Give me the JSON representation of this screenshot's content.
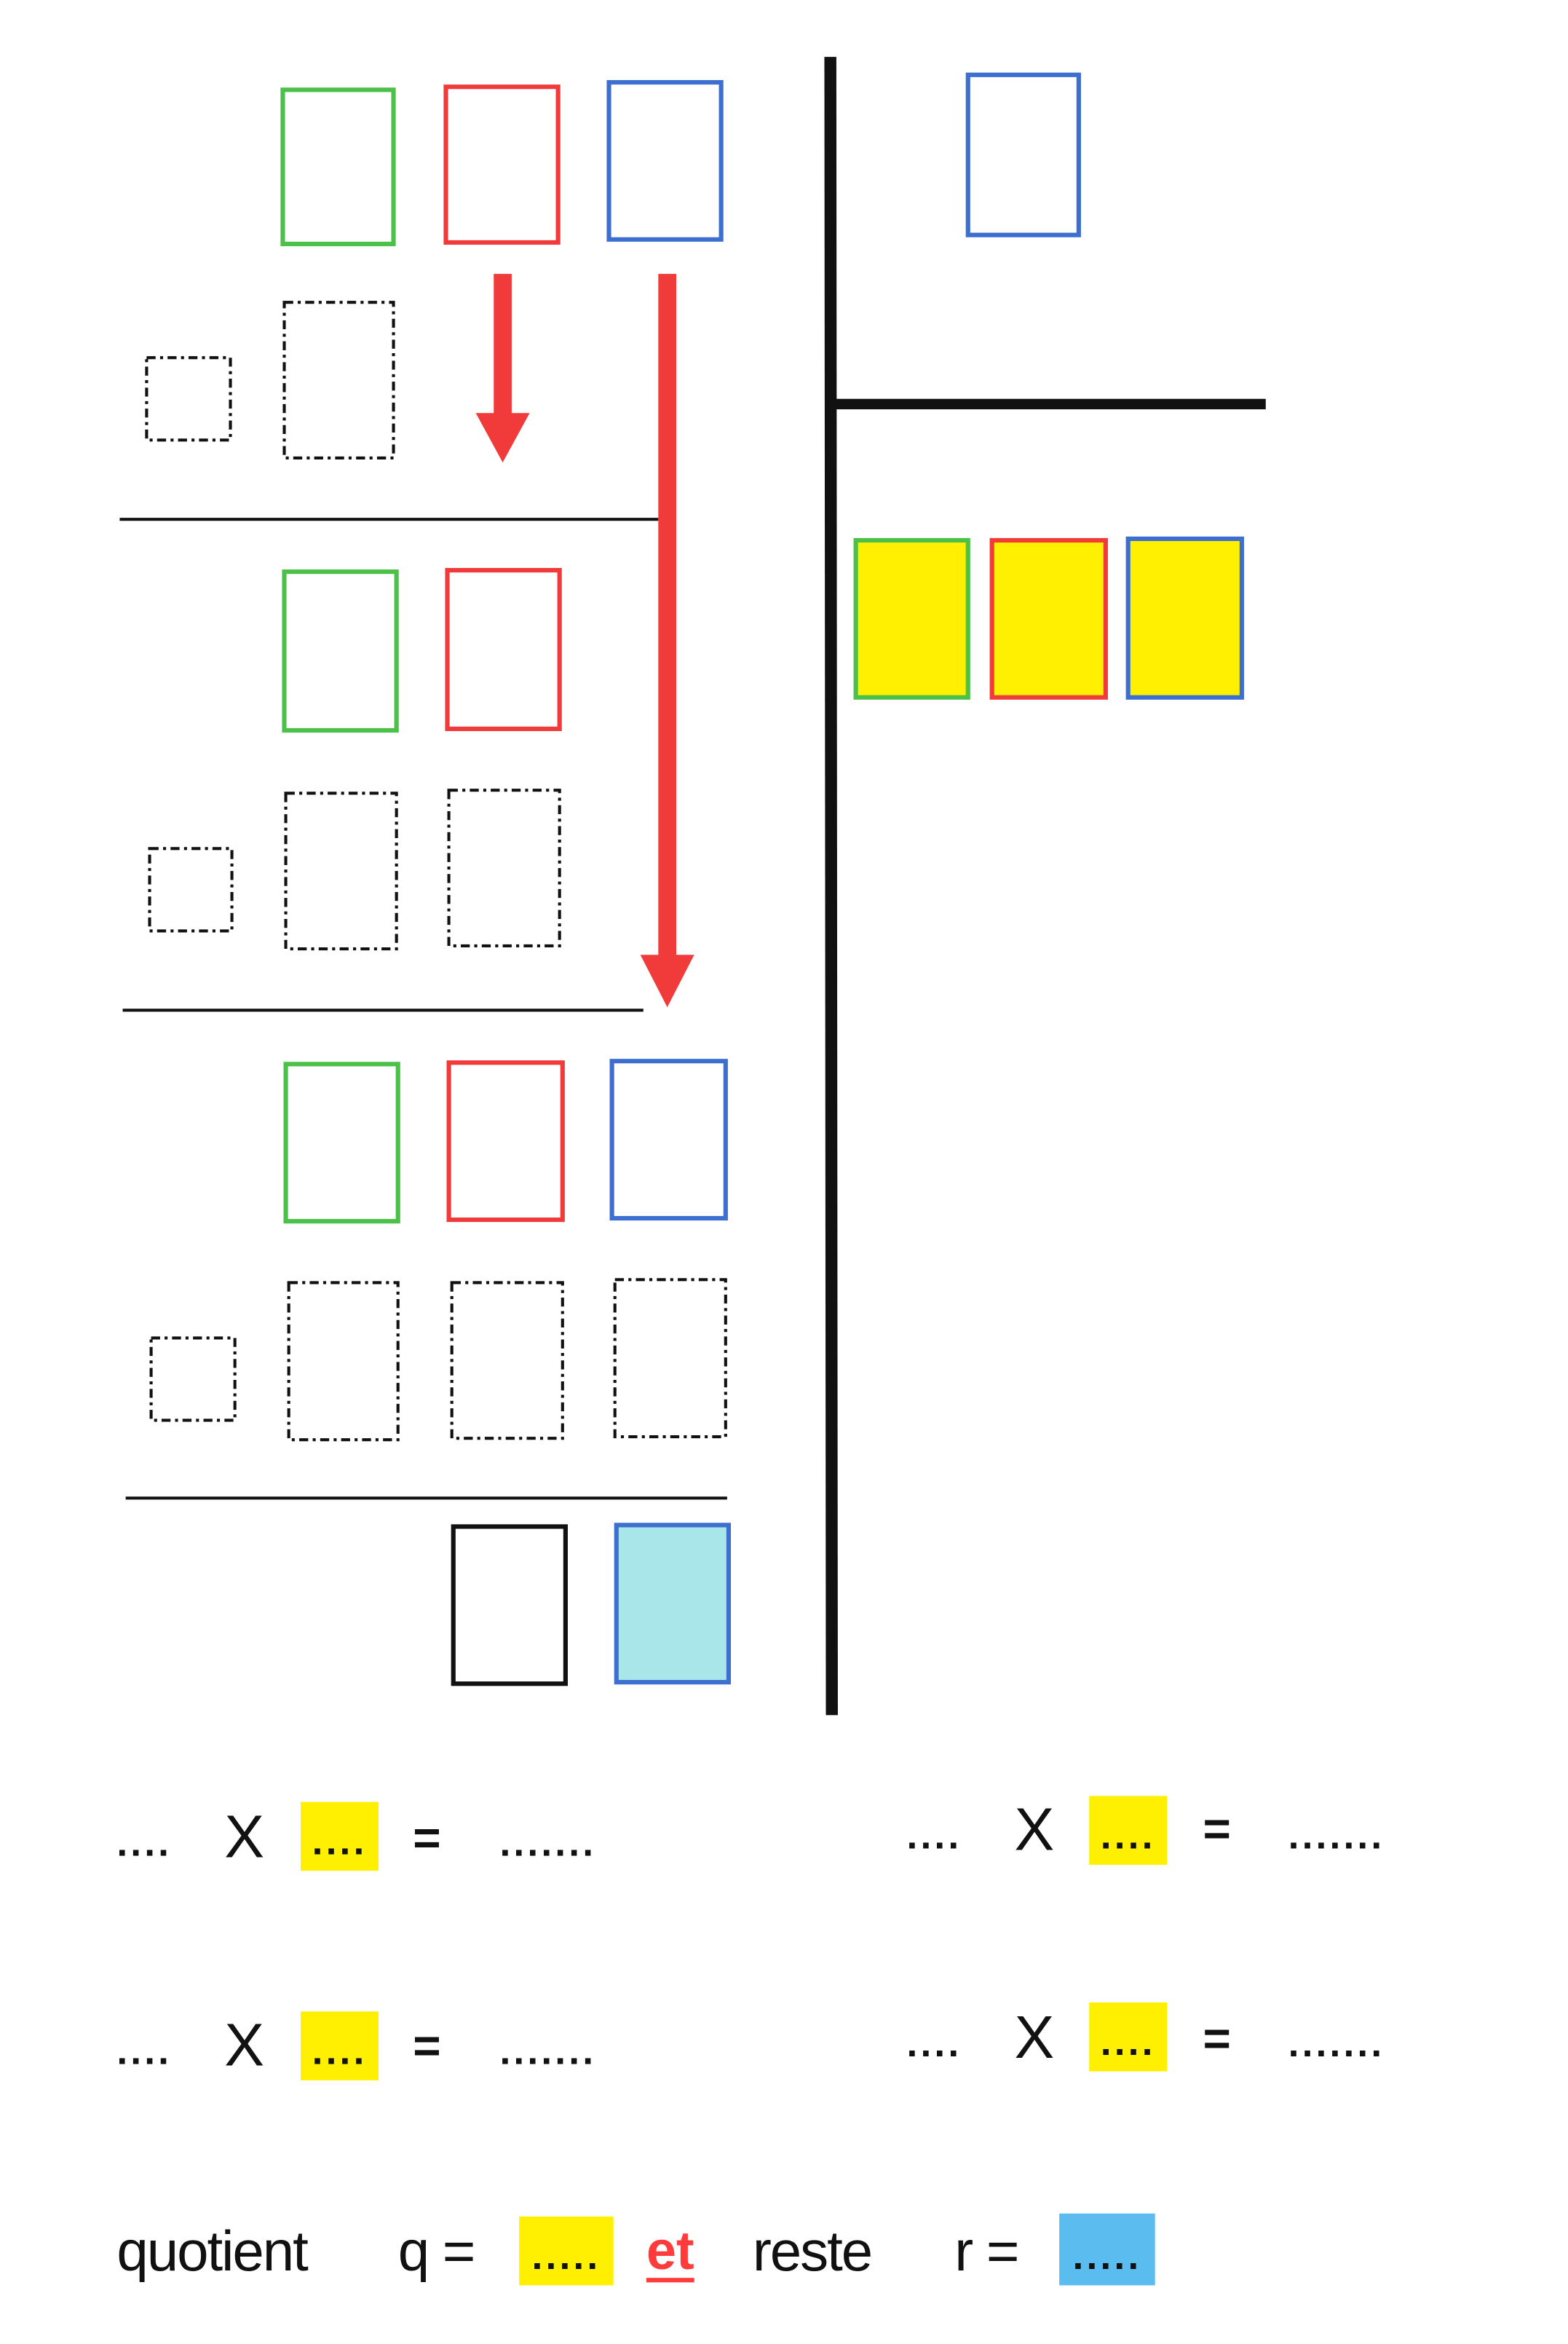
{
  "colors": {
    "green": "#4cc14a",
    "red": "#f13a3a",
    "blue": "#3d6fd0",
    "yellow": "#ffef00",
    "cyan": "#a9e6ea",
    "sky": "#5bbcf0",
    "black": "#111111"
  },
  "equations": [
    {
      "a": "....",
      "times": "X",
      "b": "....",
      "eq": "=",
      "result": "......."
    },
    {
      "a": "....",
      "times": "X",
      "b": "....",
      "eq": "=",
      "result": "......."
    },
    {
      "a": "....",
      "times": "X",
      "b": "....",
      "eq": "=",
      "result": "......."
    },
    {
      "a": "....",
      "times": "X",
      "b": "....",
      "eq": "=",
      "result": "......."
    }
  ],
  "summary": {
    "quotient_label": "quotient",
    "q_label": "q =",
    "q_value": ".....",
    "and": "et",
    "remainder_label": "reste",
    "r_label": "r =",
    "r_value": "....."
  }
}
